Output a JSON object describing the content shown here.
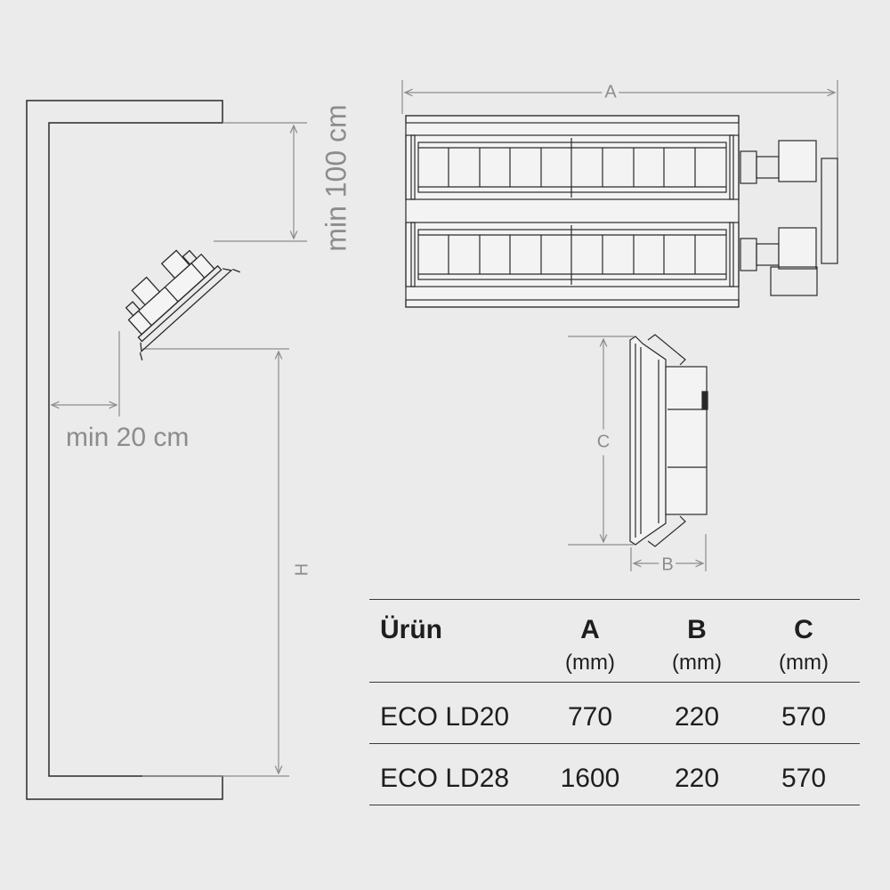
{
  "dimensions": {
    "clearance_top": "min 100 cm",
    "clearance_side": "min 20 cm",
    "width_label": "A",
    "depth_label": "B",
    "height_label": "C",
    "mount_height_label": "H"
  },
  "table": {
    "headers": {
      "product": "Ürün",
      "a": "A",
      "b": "B",
      "c": "C"
    },
    "units": {
      "a": "(mm)",
      "b": "(mm)",
      "c": "(mm)"
    },
    "rows": [
      {
        "product": "ECO LD20",
        "a": "770",
        "b": "220",
        "c": "570"
      },
      {
        "product": "ECO LD28",
        "a": "1600",
        "b": "220",
        "c": "570"
      }
    ]
  }
}
